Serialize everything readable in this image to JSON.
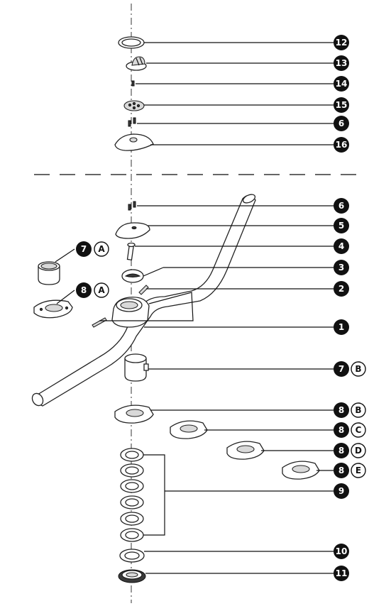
{
  "callouts": {
    "c12": "12",
    "c13": "13",
    "c14": "14",
    "c15": "15",
    "c6a": "6",
    "c16": "16",
    "c6b": "6",
    "c5": "5",
    "c4": "4",
    "c3": "3",
    "c2": "2",
    "c1": "1",
    "c7a": "7",
    "c8a": "8",
    "c7b": "7",
    "c8b": "8",
    "c8c": "8",
    "c8d": "8",
    "c8e": "8",
    "c9": "9",
    "c10": "10",
    "c11": "11"
  },
  "variants": {
    "v7a": "A",
    "v8a": "A",
    "v7b": "B",
    "v8b": "B",
    "v8c": "C",
    "v8d": "D",
    "v8e": "E"
  },
  "colors": {
    "ink": "#111111",
    "badge_fill": "#111111",
    "badge_text": "#ffffff",
    "paper": "#ffffff"
  }
}
